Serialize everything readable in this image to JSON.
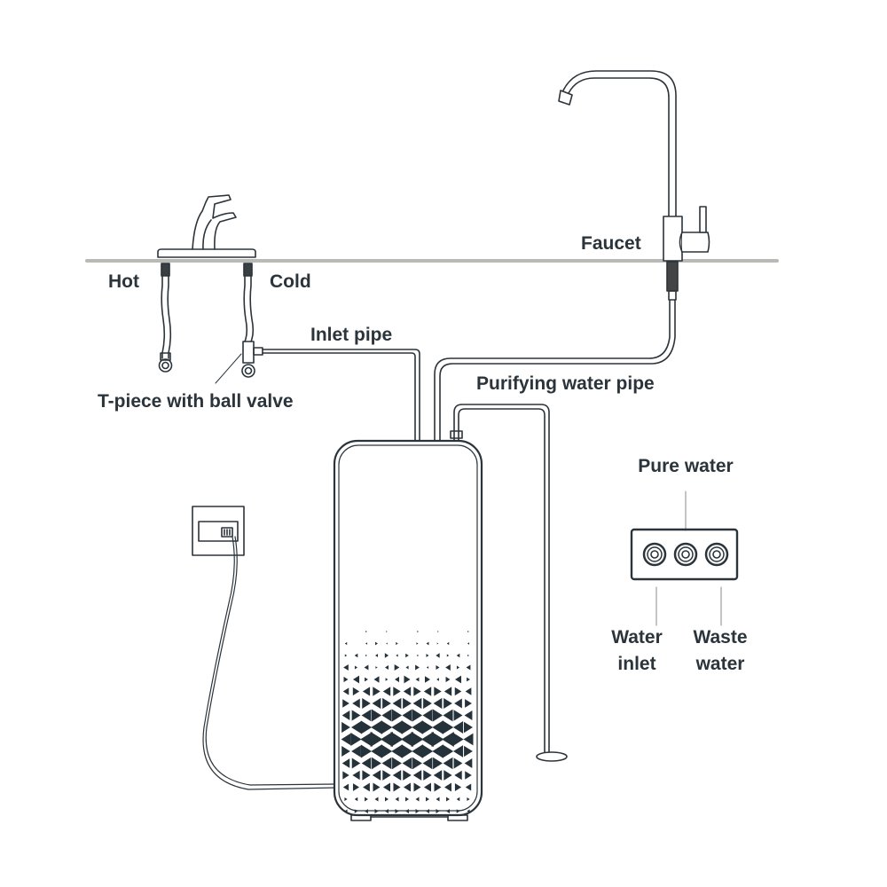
{
  "title": "Water purifier installation diagram",
  "labels": {
    "hot": "Hot",
    "cold": "Cold",
    "faucet": "Faucet",
    "inlet_pipe": "Inlet pipe",
    "t_piece": "T-piece with ball valve",
    "purifying_pipe": "Purifying water pipe",
    "pure_water": "Pure water",
    "water_inlet_1": "Water",
    "water_inlet_2": "inlet",
    "waste_water_1": "Waste",
    "waste_water_2": "water"
  },
  "colors": {
    "line": "#2b343a",
    "countertop": "#b9b9b5",
    "pattern": "#26323a"
  }
}
